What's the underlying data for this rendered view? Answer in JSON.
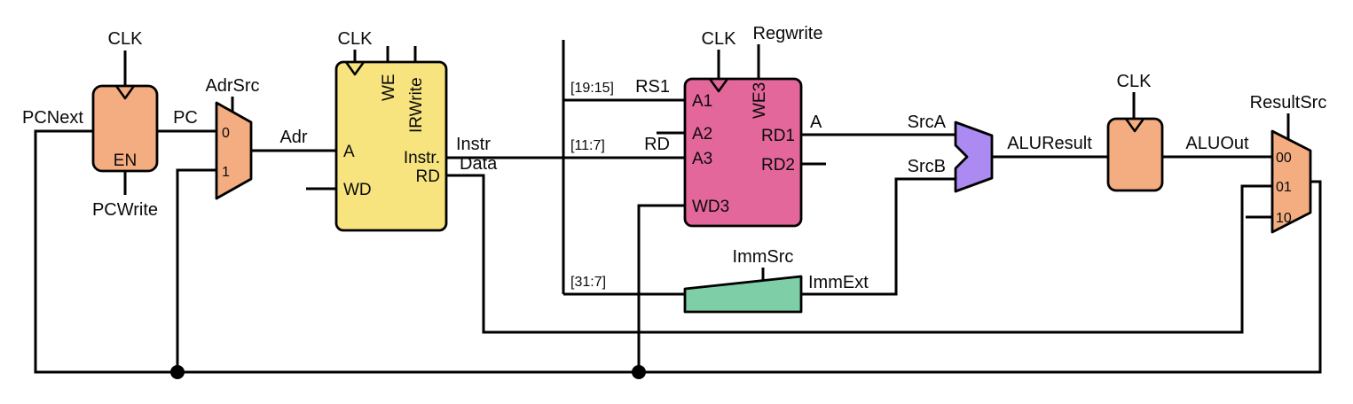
{
  "colors": {
    "component_orange": "#f4ad80",
    "memory_yellow": "#f7e47e",
    "regfile_pink": "#e4679b",
    "extend_green": "#7ecfa7",
    "alu_purple": "#ab8bf2",
    "wire_black": "#000000",
    "background": "#ffffff"
  },
  "pc_register": {
    "clk_label": "CLK",
    "enable_port": "EN",
    "enable_signal": "PCWrite",
    "input_wire": "PCNext",
    "output_wire": "PC"
  },
  "adrsrc_mux": {
    "select_label": "AdrSrc",
    "input_0": "0",
    "input_1": "1",
    "output_wire": "Adr"
  },
  "memory": {
    "clk_label": "CLK",
    "we_signal": "WE",
    "irwrite_signal": "IRWrite",
    "port_a": "A",
    "port_wd": "WD",
    "port_instr": "Instr.",
    "port_rd": "RD",
    "instr_wire": "Instr",
    "data_wire": "Data"
  },
  "instr_slices": {
    "rs1_bits": "[19:15]",
    "rs1_label": "RS1",
    "rd_bits": "[11:7]",
    "rd_label": "RD",
    "imm_bits": "[31:7]"
  },
  "register_file": {
    "clk_label": "CLK",
    "regwrite_signal": "Regwrite",
    "we3_port": "WE3",
    "port_a1": "A1",
    "port_a2": "A2",
    "port_a3": "A3",
    "port_wd3": "WD3",
    "port_rd1": "RD1",
    "port_rd2": "RD2",
    "a_wire": "A"
  },
  "extend_unit": {
    "select_label": "ImmSrc",
    "output_wire": "ImmExt"
  },
  "alu": {
    "srca_wire": "SrcA",
    "srcb_wire": "SrcB",
    "result_wire": "ALUResult"
  },
  "aluout_register": {
    "clk_label": "CLK",
    "output_wire": "ALUOut"
  },
  "resultsrc_mux": {
    "select_label": "ResultSrc",
    "input_00": "00",
    "input_01": "01",
    "input_10": "10"
  }
}
